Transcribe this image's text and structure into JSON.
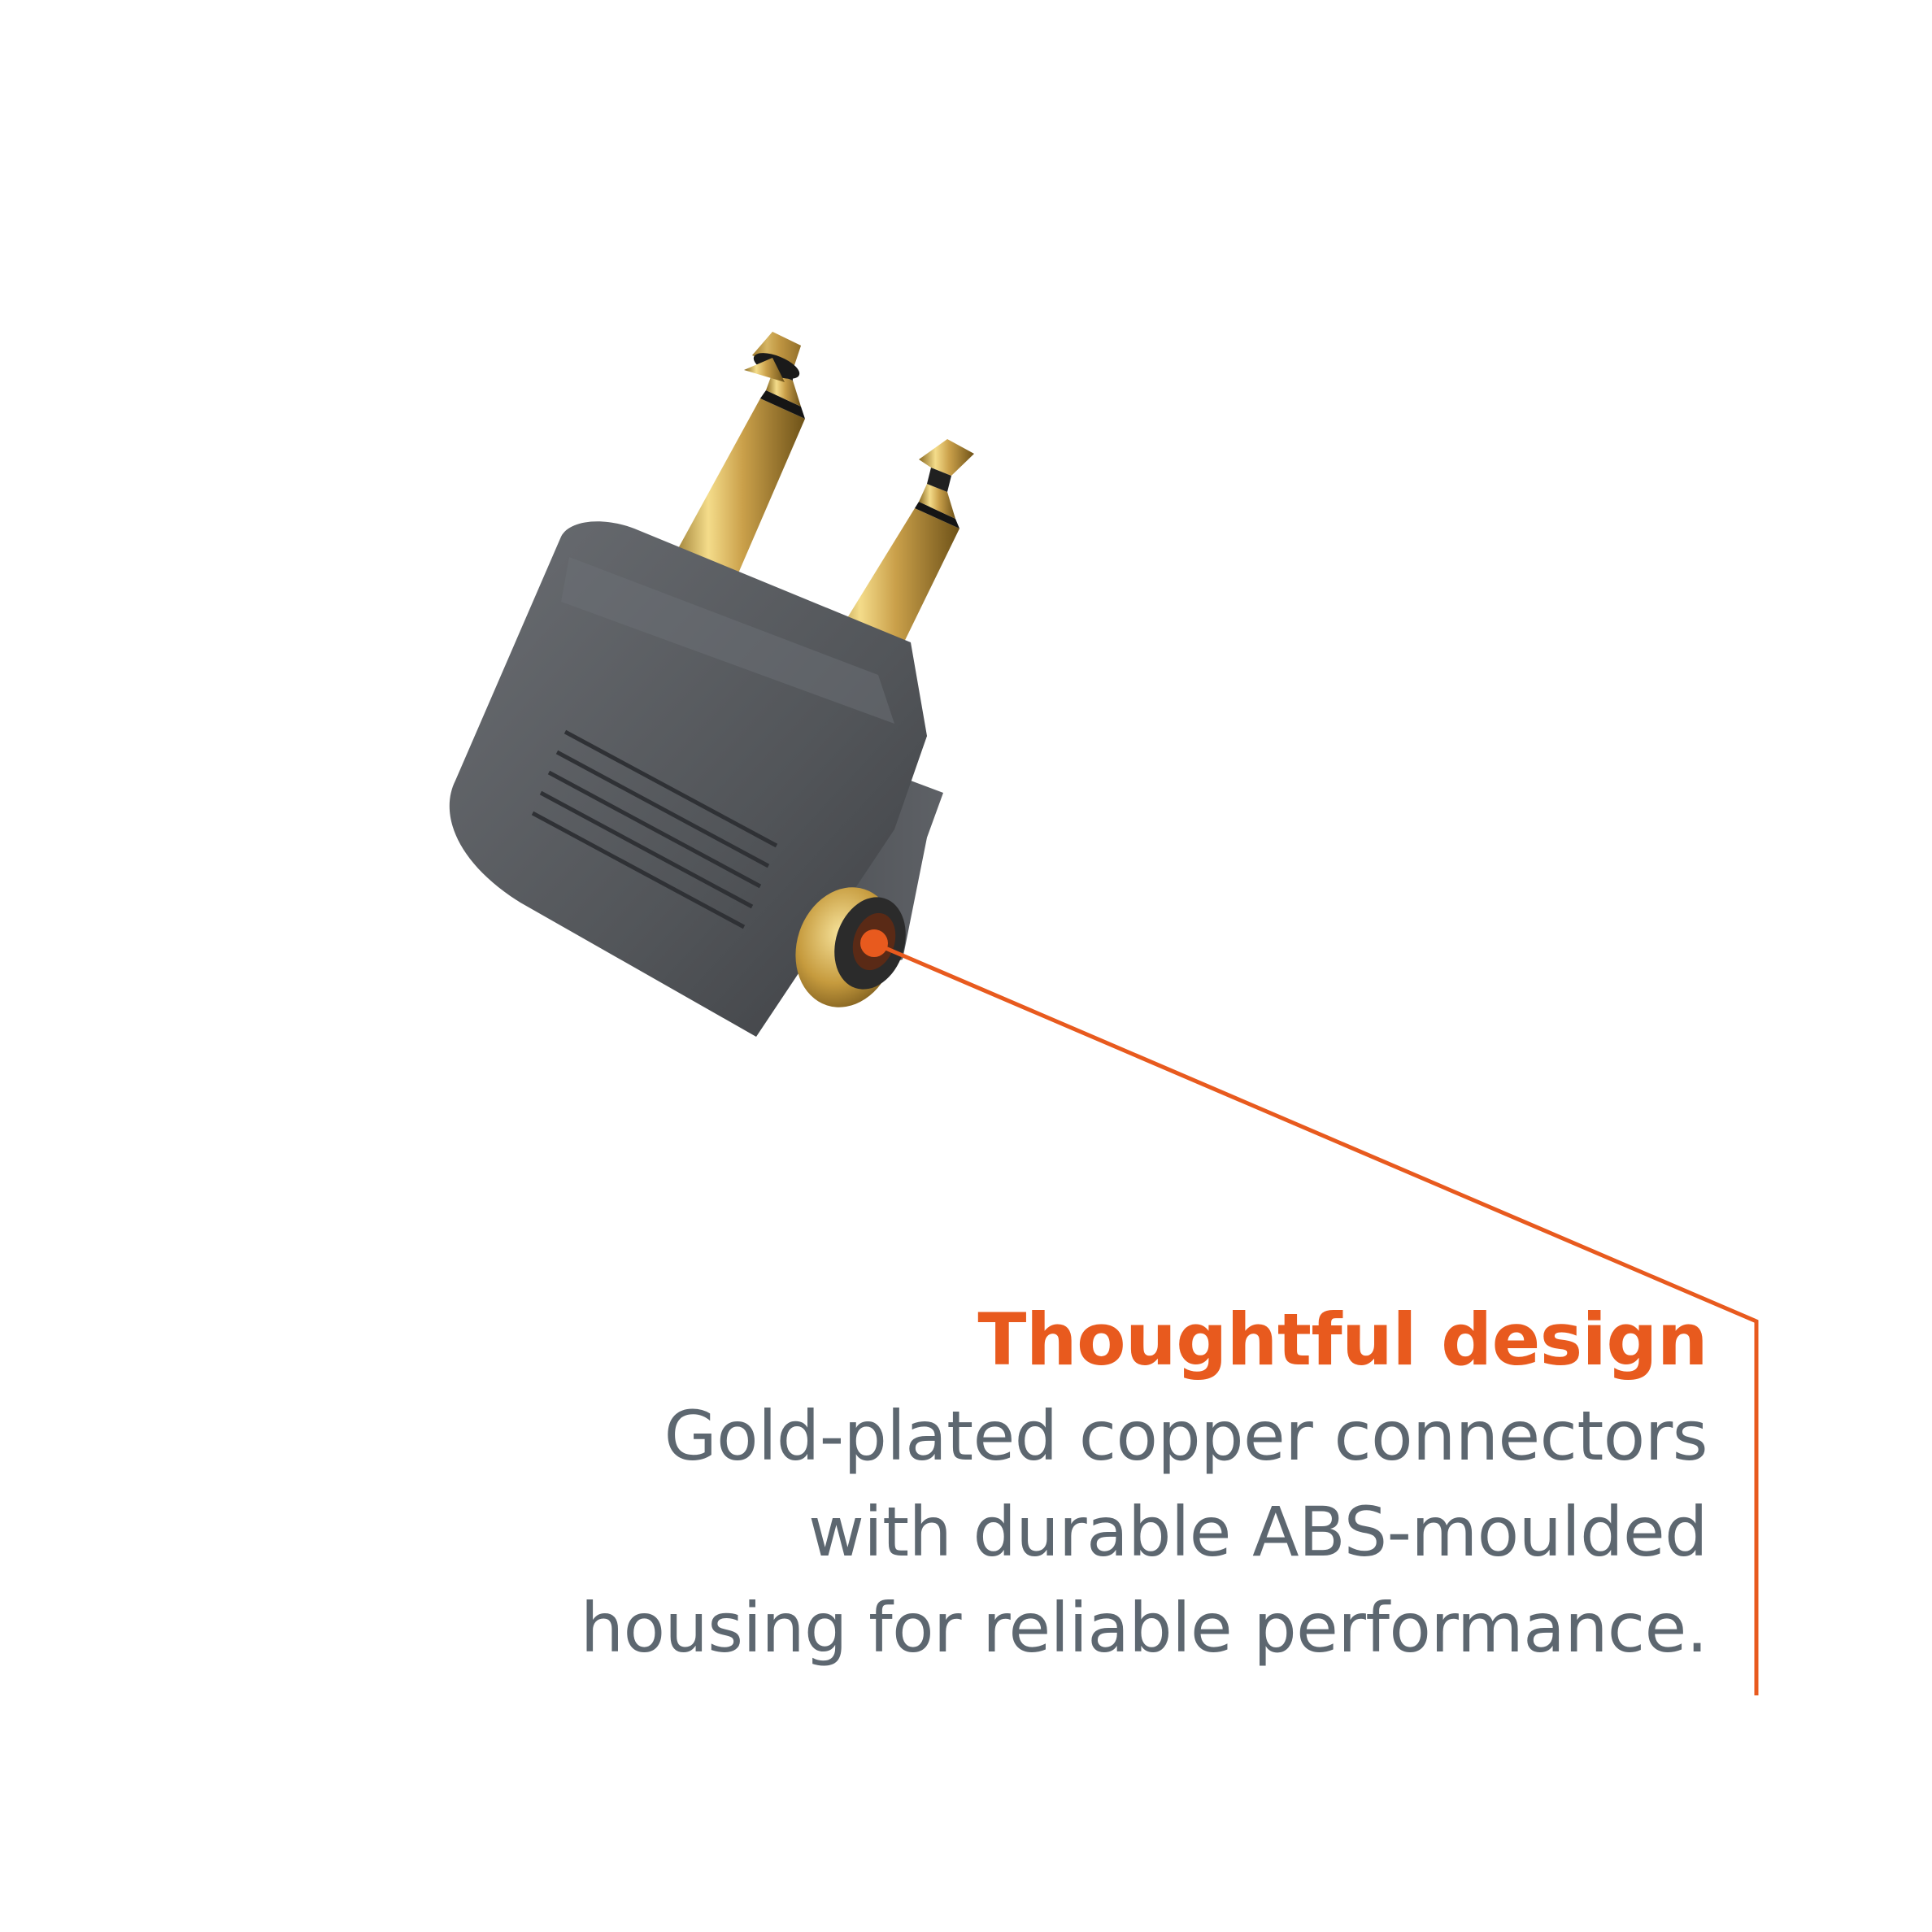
{
  "callout": {
    "headline": "Thoughtful design",
    "body_lines": [
      "Gold-plated copper connectors",
      "with durable ABS-moulded",
      "housing for reliable performance."
    ]
  },
  "colors": {
    "accent": "#e85a1e",
    "body_text": "#5d6770",
    "housing": "#54575c",
    "gold": "#c9a24a",
    "background": "#ffffff"
  }
}
